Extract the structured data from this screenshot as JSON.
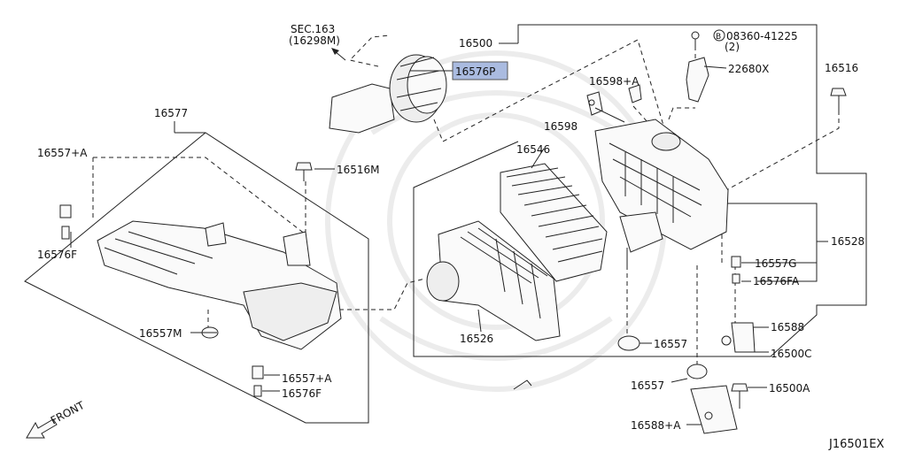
{
  "diagram_id": "J16501EX",
  "front_label": "FRONT",
  "sec_ref": {
    "line1": "SEC.163",
    "line2": "(16298M)"
  },
  "bolt_ref": {
    "symbol": "B",
    "part": "08360-41225",
    "qty": "(2)"
  },
  "highlight_color": "#aabbe0",
  "parts": {
    "p16500": "16500",
    "p16576P": "16576P",
    "p22680X": "22680X",
    "p16516": "16516",
    "p16598A": "16598+A",
    "p16598": "16598",
    "p16546": "16546",
    "p16577": "16577",
    "p16557A_top": "16557+A",
    "p16516M": "16516M",
    "p16576F_left": "16576F",
    "p16557M": "16557M",
    "p16557A_bottom": "16557+A",
    "p16576F_bottom": "16576F",
    "p16526": "16526",
    "p16528": "16528",
    "p16557G": "16557G",
    "p16576FA": "16576FA",
    "p16557_mid": "16557",
    "p16588": "16588",
    "p16500C": "16500C",
    "p16557_low": "16557",
    "p16500A": "16500A",
    "p16588A": "16588+A"
  }
}
